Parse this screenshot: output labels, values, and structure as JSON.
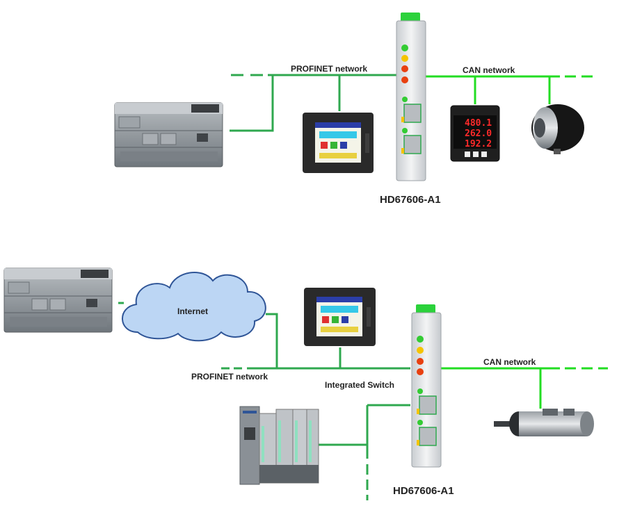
{
  "colors": {
    "wire": "#2fa84f",
    "wire_bright": "#22dd22",
    "led_green": "#33cc33",
    "led_yellow": "#f5c400",
    "led_red": "#e84010",
    "gateway_body": "#e3e6e9",
    "gateway_cap": "#2bd23b",
    "plc_body": "#8d9398",
    "hmi_frame": "#2a2a2a",
    "cloud_fill": "#bcd6f4",
    "cloud_stroke": "#2f5597",
    "meter_digits": "#ff2a2a"
  },
  "top": {
    "profinet_label": "PROFINET network",
    "can_label": "CAN network",
    "gateway_label": "HD67606-A1",
    "meter_readings": [
      "480.1",
      "262.0",
      "192.2"
    ]
  },
  "bottom": {
    "internet_label": "Internet",
    "profinet_label": "PROFINET network",
    "switch_label": "Integrated Switch",
    "can_label": "CAN network",
    "gateway_label": "HD67606-A1"
  }
}
